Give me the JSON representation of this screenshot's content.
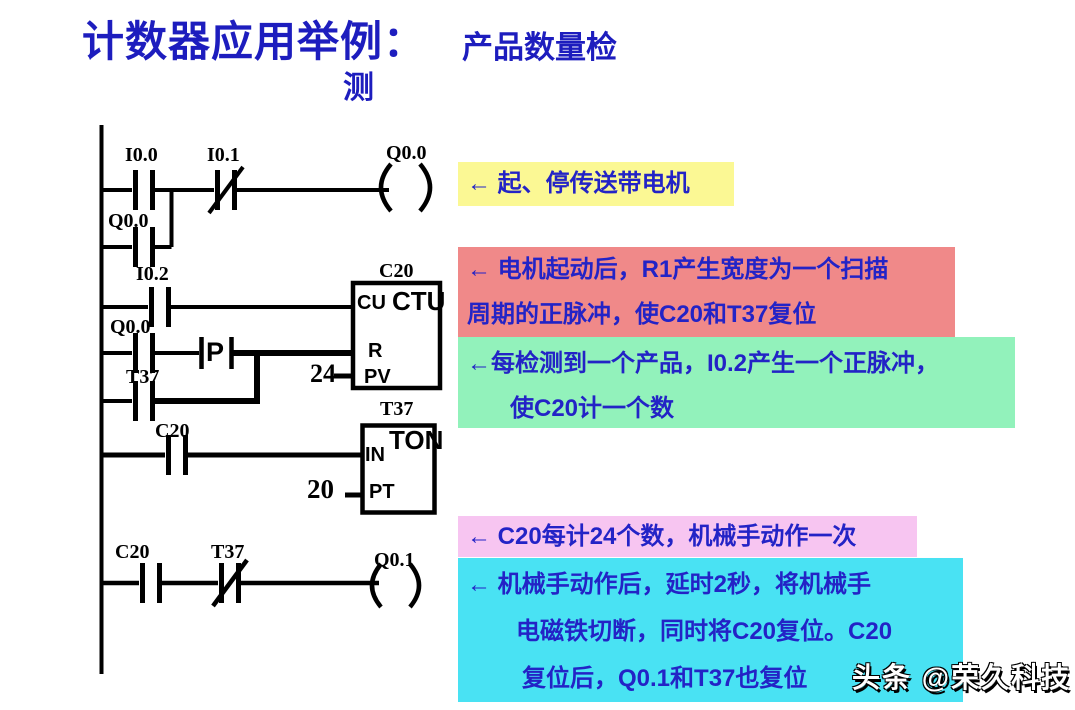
{
  "title": {
    "main": "计数器应用举例：",
    "sub_part1": "产品数量检",
    "sub_part2": "测"
  },
  "ladder": {
    "rung1": {
      "contact_no": "I0.0",
      "contact_nc": "I0.1",
      "coil": "Q0.0",
      "seal_contact": "Q0.0"
    },
    "rung2": {
      "count_contact": "I0.2",
      "reset_contact_a": "Q0.0",
      "reset_contact_b": "T37",
      "pulse_contact": "P",
      "counter": {
        "name": "C20",
        "type": "CTU",
        "in_cu": "CU",
        "in_r": "R",
        "in_pv": "PV",
        "pv_value": "24"
      }
    },
    "rung3": {
      "contact": "C20",
      "timer": {
        "name": "T37",
        "type": "TON",
        "in_in": "IN",
        "in_pt": "PT",
        "pt_value": "20"
      }
    },
    "rung4": {
      "contact_no": "C20",
      "contact_nc": "T37",
      "coil": "Q0.1"
    }
  },
  "annotations": {
    "motor": {
      "bg": "#fbf894",
      "lines": [
        "← 起、停传送带电机"
      ]
    },
    "reset": {
      "bg": "#f08989",
      "lines": [
        "← 电机起动后，R1产生宽度为一个扫描",
        "周期的正脉冲，使C20和T37复位"
      ]
    },
    "count": {
      "bg": "#92f2bb",
      "lines": [
        "←每检测到一个产品，I0.2产生一个正脉冲，",
        "使C20计一个数"
      ]
    },
    "robot": {
      "bg": "#f7c5f1",
      "lines": [
        "← C20每计24个数，机械手动作一次"
      ]
    },
    "delay": {
      "bg": "#49e2f3",
      "lines": [
        "← 机械手动作后，延时2秒，将机械手",
        "电磁铁切断，同时将C20复位。C20",
        "复位后，Q0.1和T37也复位"
      ]
    }
  },
  "watermark": {
    "text": "头条 @荣久科技"
  },
  "colors": {
    "title_blue": "#1d1dbe",
    "annotation_text_blue": "#2323c6",
    "diagram_black": "#000000",
    "background": "#ffffff"
  }
}
